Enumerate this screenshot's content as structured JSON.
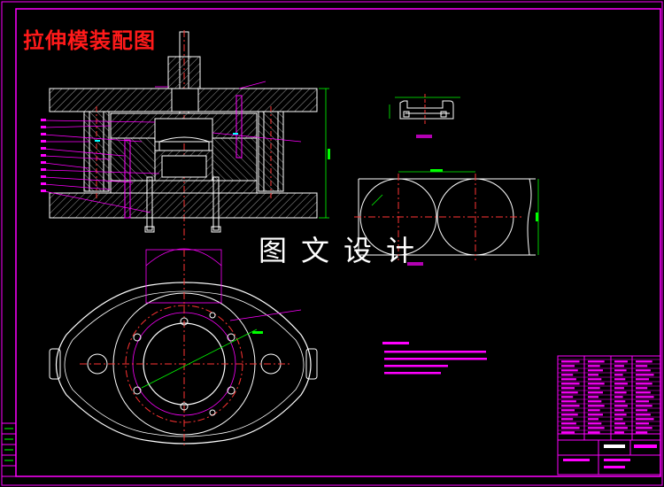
{
  "drawing": {
    "title": "拉伸模装配图",
    "watermark": "图文设计",
    "colors": {
      "background": "#000000",
      "frame": "#ff00ff",
      "title": "#ff1a1a",
      "outline": "#ffffff",
      "centerline": "#ff3333",
      "hatch": "#9a9a9a",
      "leader": "#ff00ff",
      "dimension": "#00ff00",
      "accent_cyan": "#00ffff"
    },
    "views": [
      "main-section-view",
      "top-view",
      "part-view",
      "blank-layout-view",
      "technical-notes",
      "title-block"
    ]
  }
}
